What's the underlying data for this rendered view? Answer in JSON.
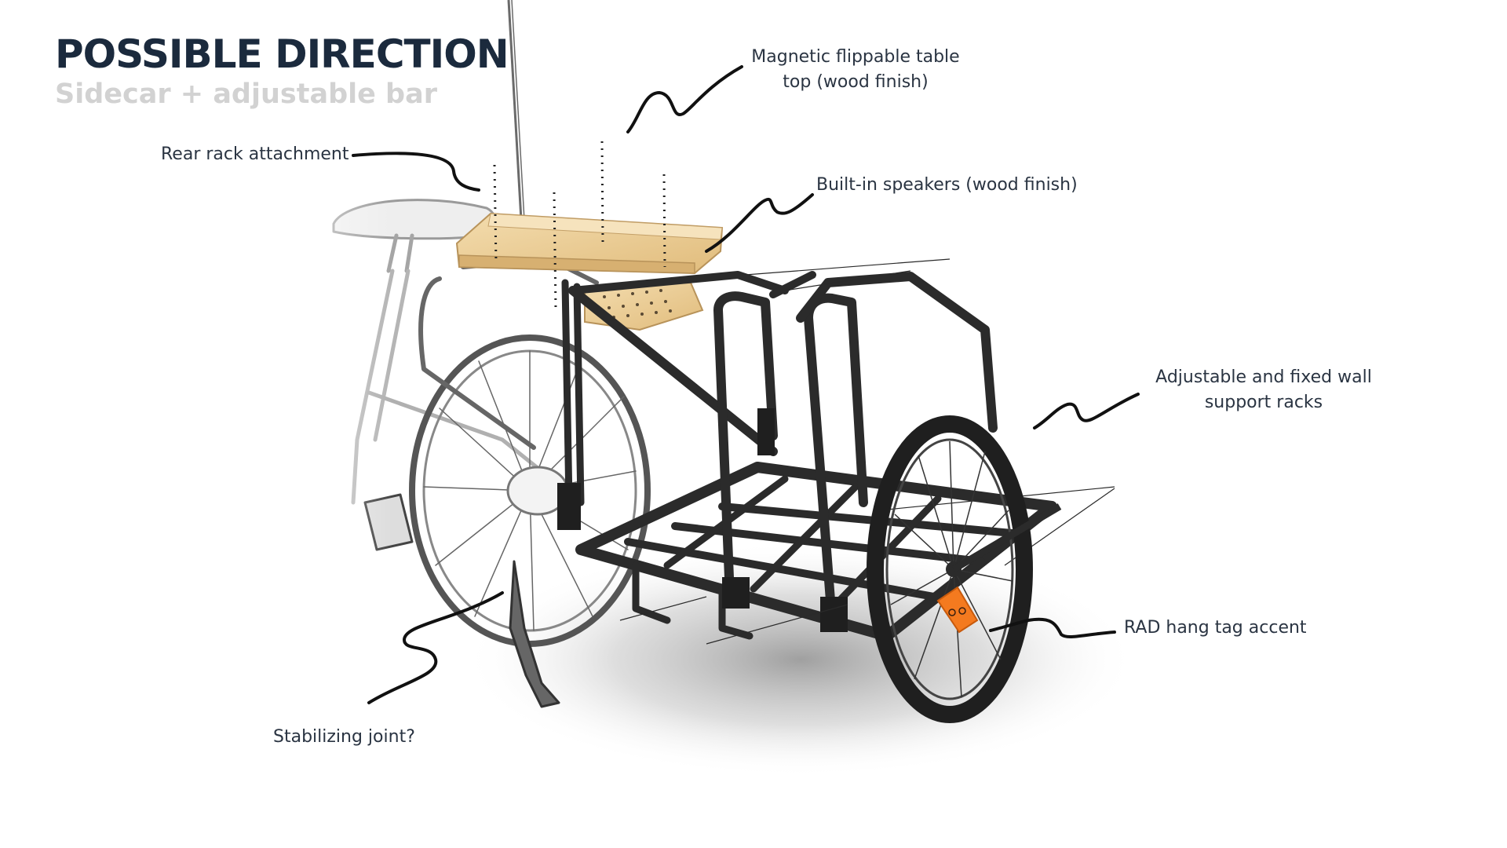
{
  "header": {
    "title": "POSSIBLE DIRECTION",
    "subtitle": "Sidecar + adjustable bar"
  },
  "callouts": {
    "rear_rack": "Rear rack attachment",
    "table_top_line1": "Magnetic flippable table",
    "table_top_line2": "top (wood finish)",
    "speakers": "Built-in speakers (wood finish)",
    "wall_racks_line1": "Adjustable and fixed wall",
    "wall_racks_line2": "support racks",
    "hang_tag": "RAD hang tag accent",
    "stabilizing_joint": "Stabilizing joint?"
  },
  "colors": {
    "title": "#1b2a3d",
    "subtitle": "#d2d2d2",
    "callout_text": "#2a3442",
    "frame": "#2b2b2b",
    "wood": "#e9c98f",
    "hang_tag": "#f47a1f",
    "shadow": "#9a9a9a"
  }
}
